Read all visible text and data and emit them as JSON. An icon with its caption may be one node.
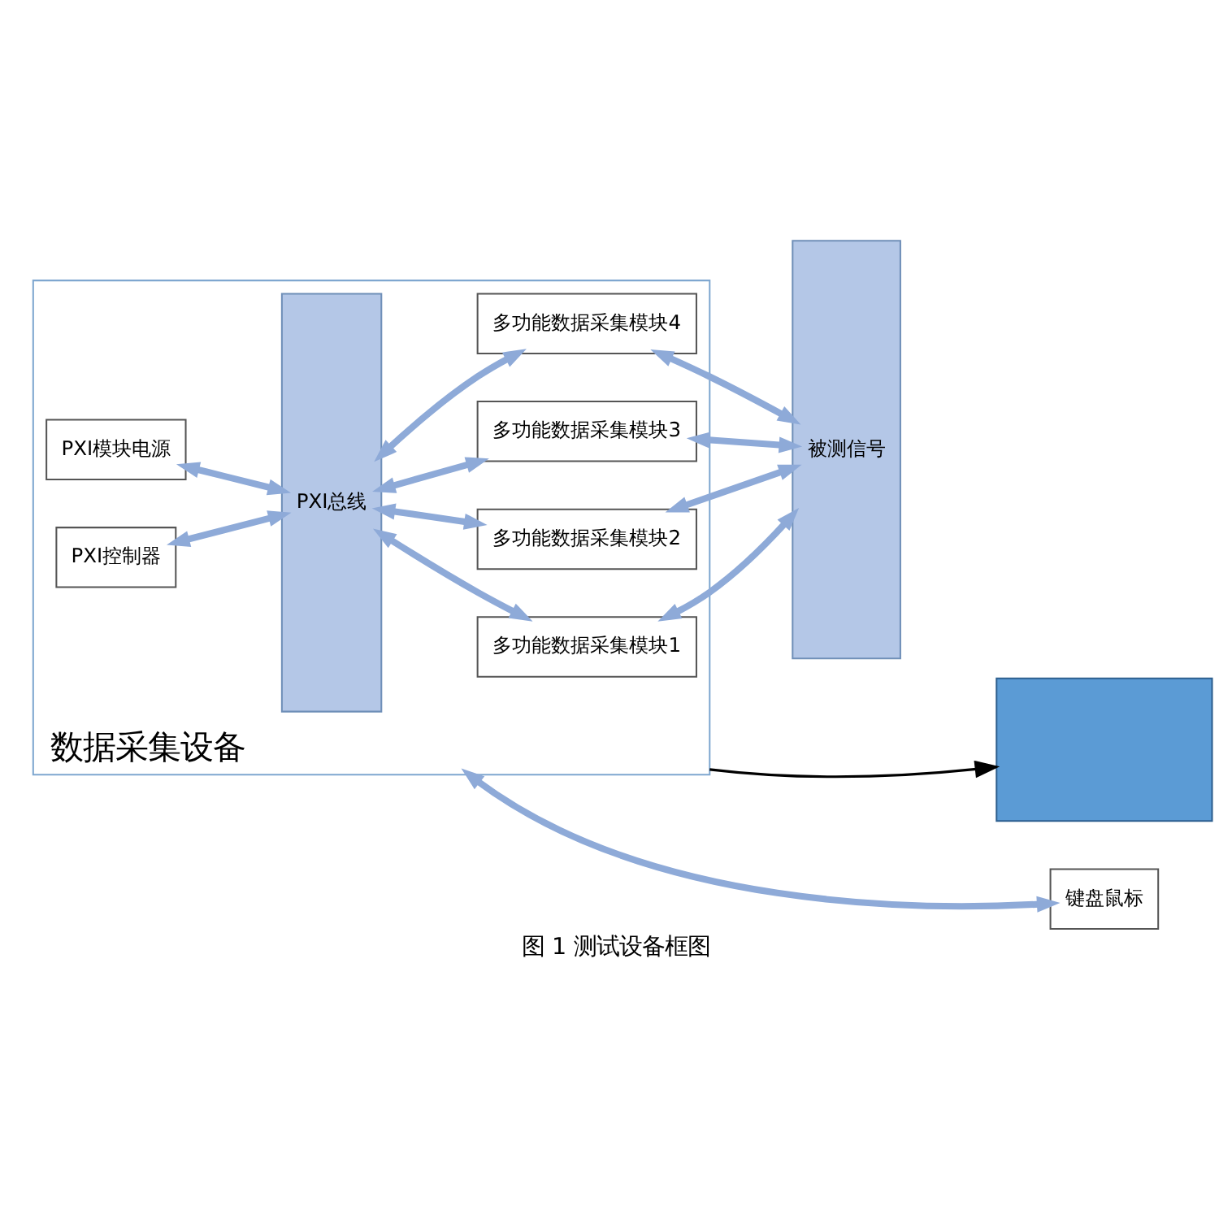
{
  "diagram": {
    "caption": "图 1 测试设备框图",
    "nodes": [
      {
        "text": [
          "数据采集设备"
        ]
      },
      {
        "text": [
          "PXI总线"
        ],
        "in": 0
      },
      {
        "text": [
          "PXI模块电源"
        ],
        "in": 0
      },
      {
        "text": [
          "PXI控制器"
        ],
        "in": 0
      },
      {
        "text": [
          "多功能数据采集模块1"
        ],
        "in": 0
      },
      {
        "text": [
          "多功能数据采集模块2"
        ],
        "in": 0
      },
      {
        "text": [
          "多功能数据采集模块3"
        ],
        "in": 0
      },
      {
        "text": [
          "多功能数据采集模块4"
        ],
        "in": 0
      },
      {
        "text": [
          "被测信号"
        ]
      },
      {
        "text": [],
        "shape": "box"
      },
      {
        "text": [
          "键盘鼠标"
        ]
      }
    ],
    "edges": [
      {
        "from": 2,
        "to": 1,
        "arrow": "both"
      },
      {
        "from": 3,
        "to": 1,
        "arrow": "both"
      },
      {
        "from": 1,
        "to": 4,
        "arrow": "both"
      },
      {
        "from": 1,
        "to": 5,
        "arrow": "both"
      },
      {
        "from": 1,
        "to": 6,
        "arrow": "both"
      },
      {
        "from": 1,
        "to": 7,
        "arrow": "both"
      },
      {
        "from": 4,
        "to": 8,
        "arrow": "both"
      },
      {
        "from": 5,
        "to": 8,
        "arrow": "both"
      },
      {
        "from": 6,
        "to": 8,
        "arrow": "both"
      },
      {
        "from": 7,
        "to": 8,
        "arrow": "both"
      },
      {
        "from": 0,
        "to": 9,
        "arrow": "to",
        "color": "#000000"
      },
      {
        "from": 0,
        "to": 10,
        "arrow": "both"
      }
    ]
  }
}
